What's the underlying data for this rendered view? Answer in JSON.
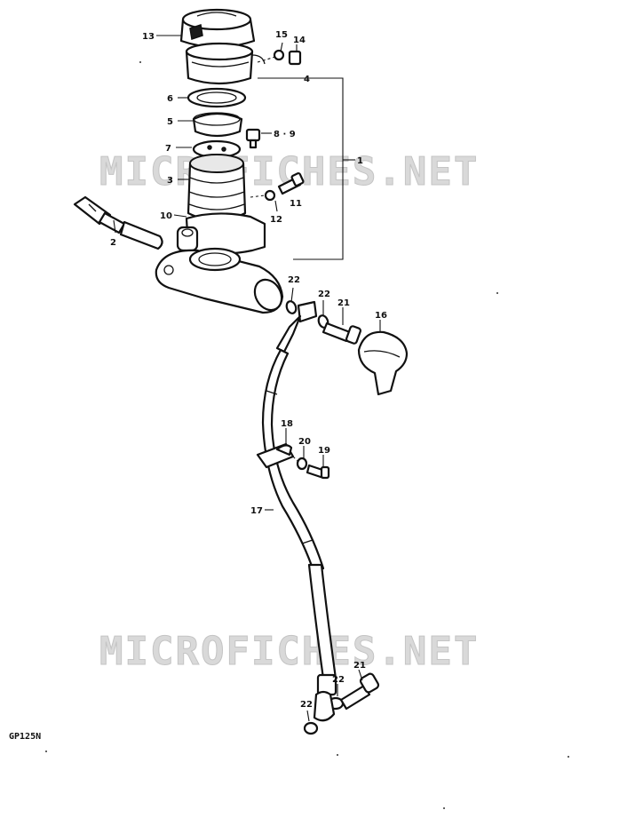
{
  "watermark": "MICROFICHES.NET",
  "model_code": "GP125N",
  "callouts": {
    "c1": "1",
    "c2": "2",
    "c3": "3",
    "c4": "4",
    "c5": "5",
    "c6": "6",
    "c7": "7",
    "c89": "8 · 9",
    "c10": "10",
    "c11": "11",
    "c12": "12",
    "c13": "13",
    "c14": "14",
    "c15": "15",
    "c16": "16",
    "c17": "17",
    "c18": "18",
    "c19": "19",
    "c20": "20",
    "c21a": "21",
    "c21b": "21",
    "c22a": "22",
    "c22b": "22",
    "c22c": "22",
    "c22d": "22"
  },
  "colors": {
    "ink": "#111111",
    "watermark": "#d9d9d9"
  }
}
